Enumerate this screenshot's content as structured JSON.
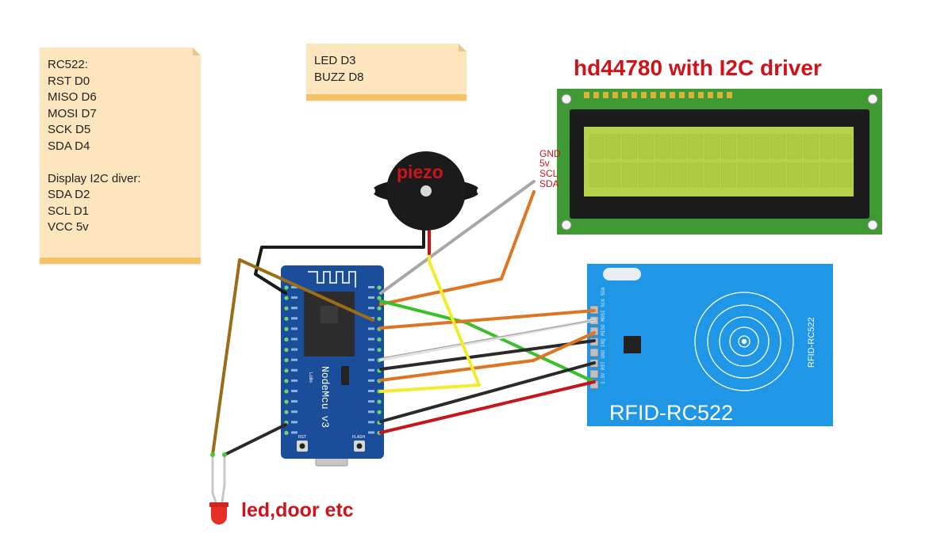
{
  "notes": {
    "rc522": [
      "RC522:",
      "RST D0",
      "MISO D6",
      "MOSI D7",
      "SCK D5",
      "SDA D4",
      "",
      "Display I2C diver:",
      "SDA D2",
      "SCL D1",
      "VCC 5v"
    ],
    "led": [
      "LED D3",
      "BUZZ D8"
    ]
  },
  "lcd": {
    "title": "hd44780 with I2C driver",
    "pins": [
      "GND",
      "5v",
      "SCL",
      "SDA"
    ]
  },
  "piezo": {
    "label": "piezo"
  },
  "rfid": {
    "label": "RFID-RC522",
    "side_label": "RFID-RC522"
  },
  "board": {
    "label": "NodeMcu v3",
    "sub_label": "Lolin",
    "rst": "RST",
    "flash": "FLASH"
  },
  "led": {
    "label": "led,door etc"
  },
  "colors": {
    "note_bg": "#fde6bd",
    "note_bar": "#f6c266",
    "lcd_green": "#3f9a33",
    "lcd_screen": "#b5d24a",
    "rfid_blue": "#1f97e6",
    "board_blue": "#1a4e9a",
    "label_red": "#d0121b"
  }
}
